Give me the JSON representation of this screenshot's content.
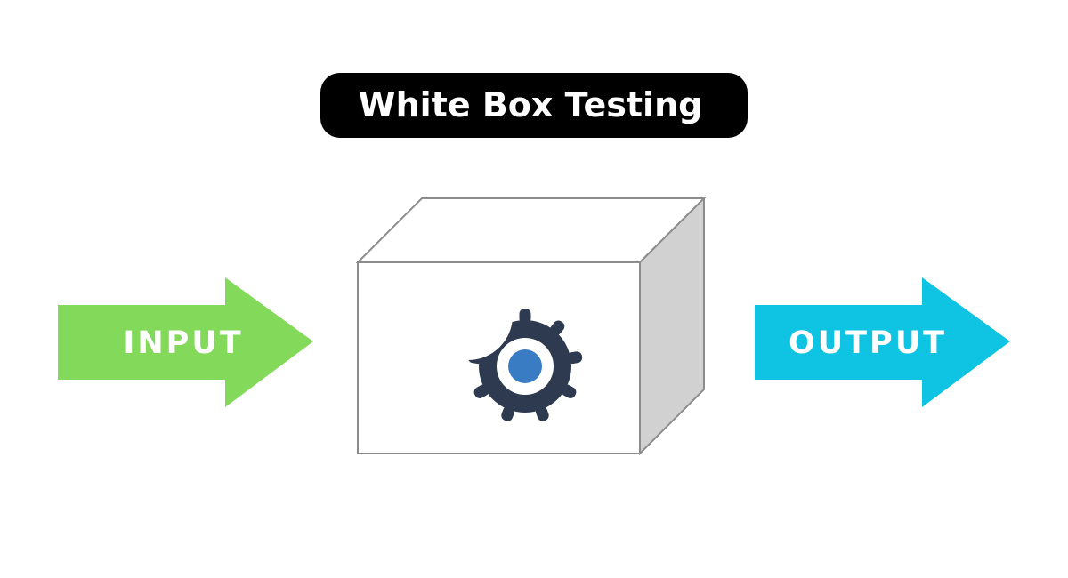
{
  "title": "White Box Testing",
  "input_arrow": {
    "label": "INPUT",
    "color": "#82d95a"
  },
  "output_arrow": {
    "label": "OUTPUT",
    "color": "#0fc3e2"
  },
  "box": {
    "front_color": "#ffffff",
    "top_color": "#ffffff",
    "side_color": "#d1d1d1",
    "edge_color": "#8c8c8c"
  },
  "gears": {
    "small_gear_icon": "gear-icon",
    "small_gear_color": "#3a7cc4",
    "large_gear_icon": "gear-icon",
    "large_gear_color": "#2e3a4f",
    "hub_color": "#3a7cc4"
  }
}
